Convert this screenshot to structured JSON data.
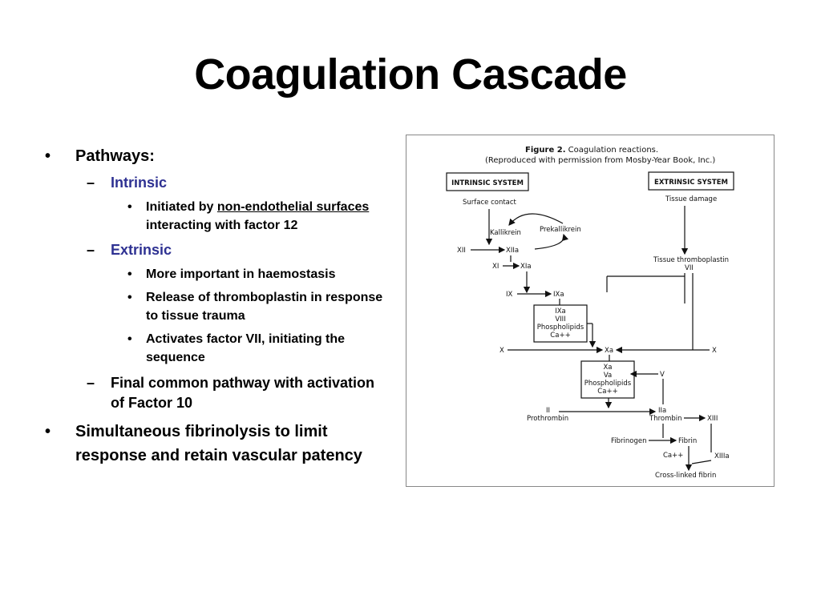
{
  "slide": {
    "title": "Coagulation Cascade"
  },
  "bullets": {
    "pathways": "Pathways:",
    "intrinsic": {
      "label": "Intrinsic",
      "item1_a": "Initiated by ",
      "item1_link": "non-endothelial surfaces",
      "item1_b": " interacting with factor 12"
    },
    "extrinsic": {
      "label": "Extrinsic",
      "items": [
        "More important in haemostasis",
        "Release of thromboplastin in response to tissue trauma",
        "Activates factor VII, initiating the sequence"
      ]
    },
    "common": "Final common pathway with activation of Factor 10",
    "fibrinolysis": "Simultaneous fibrinolysis to limit response and retain vascular patency"
  },
  "figure": {
    "caption_bold": "Figure 2.",
    "caption_rest": " Coagulation reactions.",
    "caption_line2": "(Reproduced with permission from Mosby-Year Book, Inc.)",
    "intrinsic_system": "INTRINSIC SYSTEM",
    "extrinsic_system": "EXTRINSIC SYSTEM",
    "surface_contact": "Surface contact",
    "tissue_damage": "Tissue damage",
    "kallikrein": "Kallikrein",
    "prekallikrein": "Prekallikrein",
    "xii": "XII",
    "xiia": "XIIa",
    "xi": "XI",
    "xia": "XIa",
    "tissue_thromboplastin": "Tissue thromboplastin",
    "vii": "VII",
    "ix": "IX",
    "ixa": "IXa",
    "box1": [
      "IXa",
      "VIII",
      "Phospholipids",
      "Ca++"
    ],
    "x_left": "X",
    "xa": "Xa",
    "x_right": "X",
    "box2": [
      "Xa",
      "Va",
      "Phospholipids",
      "Ca++"
    ],
    "v": "V",
    "ii": "II",
    "prothrombin": "Prothrombin",
    "iia": "IIa",
    "thrombin": "Thrombin",
    "xiii": "XIII",
    "fibrinogen": "Fibrinogen",
    "fibrin": "Fibrin",
    "ca": "Ca++",
    "xiiia": "XIIIa",
    "crosslinked": "Cross-linked fibrin"
  },
  "colors": {
    "accent": "#2e3192",
    "text": "#000000"
  }
}
